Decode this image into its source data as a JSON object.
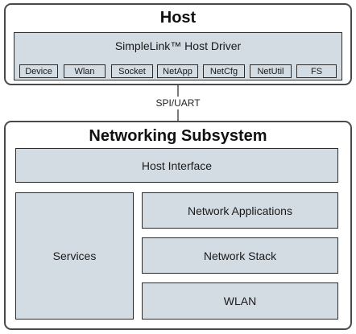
{
  "host": {
    "title": "Host",
    "driver_label": "SimpleLink™ Host Driver",
    "modules": [
      "Device",
      "Wlan",
      "Socket",
      "NetApp",
      "NetCfg",
      "NetUtil",
      "FS"
    ]
  },
  "interface": {
    "label": "SPI/UART"
  },
  "networking": {
    "title": "Networking Subsystem",
    "host_interface": "Host Interface",
    "services": "Services",
    "network_applications": "Network Applications",
    "network_stack": "Network Stack",
    "wlan": "WLAN"
  },
  "colors": {
    "box_fill": "#d3dbe3",
    "border": "#2b2b2b",
    "outer_border": "#4a4a4a"
  }
}
